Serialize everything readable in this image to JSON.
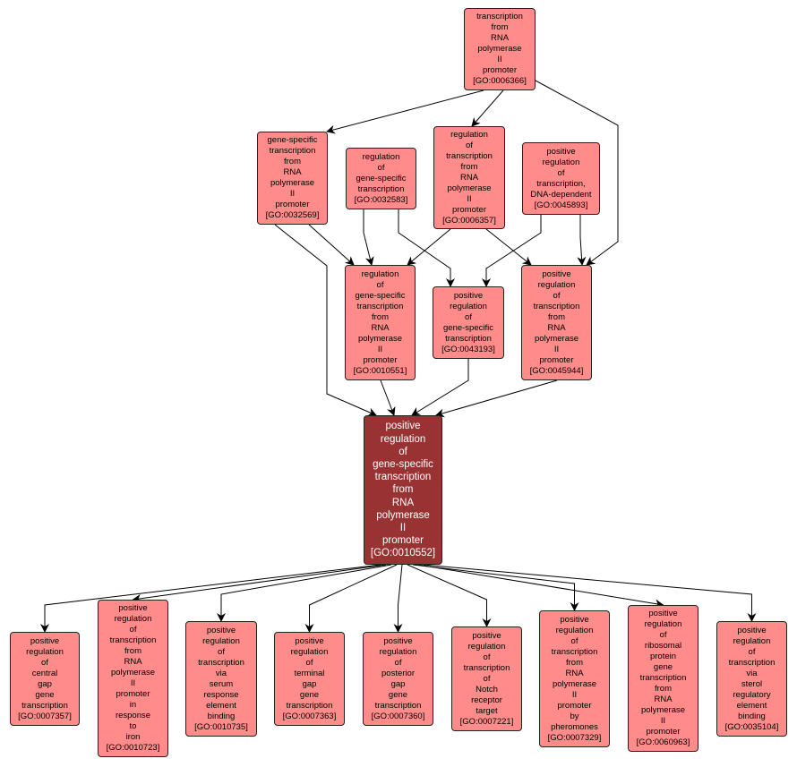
{
  "nodes": [
    {
      "key": "top",
      "label": [
        "transcription",
        "from",
        "RNA",
        "polymerase",
        "II",
        "promoter"
      ],
      "go": "[GO:0006366]"
    },
    {
      "key": "n1",
      "label": [
        "gene-specific",
        "transcription",
        "from",
        "RNA",
        "polymerase",
        "II",
        "promoter"
      ],
      "go": "[GO:0032569]"
    },
    {
      "key": "n2",
      "label": [
        "regulation",
        "of",
        "gene-specific",
        "transcription"
      ],
      "go": "[GO:0032583]"
    },
    {
      "key": "n3",
      "label": [
        "regulation",
        "of",
        "transcription",
        "from",
        "RNA",
        "polymerase",
        "II",
        "promoter"
      ],
      "go": "[GO:0006357]"
    },
    {
      "key": "n4",
      "label": [
        "positive",
        "regulation",
        "of",
        "transcription,",
        "DNA-dependent"
      ],
      "go": "[GO:0045893]"
    },
    {
      "key": "m1",
      "label": [
        "regulation",
        "of",
        "gene-specific",
        "transcription",
        "from",
        "RNA",
        "polymerase",
        "II",
        "promoter"
      ],
      "go": "[GO:0010551]"
    },
    {
      "key": "m2",
      "label": [
        "positive",
        "regulation",
        "of",
        "gene-specific",
        "transcription"
      ],
      "go": "[GO:0043193]"
    },
    {
      "key": "m3",
      "label": [
        "positive",
        "regulation",
        "of",
        "transcription",
        "from",
        "RNA",
        "polymerase",
        "II",
        "promoter"
      ],
      "go": "[GO:0045944]"
    },
    {
      "key": "center",
      "label": [
        "positive",
        "regulation",
        "of",
        "gene-specific",
        "transcription",
        "from",
        "RNA",
        "polymerase",
        "II",
        "promoter"
      ],
      "go": "[GO:0010552]"
    },
    {
      "key": "b1",
      "label": [
        "positive",
        "regulation",
        "of",
        "central",
        "gap",
        "gene",
        "transcription"
      ],
      "go": "[GO:0007357]"
    },
    {
      "key": "b2",
      "label": [
        "positive",
        "regulation",
        "of",
        "transcription",
        "from",
        "RNA",
        "polymerase",
        "II",
        "promoter",
        "in",
        "response",
        "to",
        "iron"
      ],
      "go": "[GO:0010723]"
    },
    {
      "key": "b3",
      "label": [
        "positive",
        "regulation",
        "of",
        "transcription",
        "via",
        "serum",
        "response",
        "element",
        "binding"
      ],
      "go": "[GO:0010735]"
    },
    {
      "key": "b4",
      "label": [
        "positive",
        "regulation",
        "of",
        "terminal",
        "gap",
        "gene",
        "transcription"
      ],
      "go": "[GO:0007363]"
    },
    {
      "key": "b5",
      "label": [
        "positive",
        "regulation",
        "of",
        "posterior",
        "gap",
        "gene",
        "transcription"
      ],
      "go": "[GO:0007360]"
    },
    {
      "key": "b6",
      "label": [
        "positive",
        "regulation",
        "of",
        "transcription",
        "of",
        "Notch",
        "receptor",
        "target"
      ],
      "go": "[GO:0007221]"
    },
    {
      "key": "b7",
      "label": [
        "positive",
        "regulation",
        "of",
        "transcription",
        "from",
        "RNA",
        "polymerase",
        "II",
        "promoter",
        "by",
        "pheromones"
      ],
      "go": "[GO:0007329]"
    },
    {
      "key": "b8",
      "label": [
        "positive",
        "regulation",
        "of",
        "ribosomal",
        "protein",
        "gene",
        "transcription",
        "from",
        "RNA",
        "polymerase",
        "II",
        "promoter"
      ],
      "go": "[GO:0060963]"
    },
    {
      "key": "b9",
      "label": [
        "positive",
        "regulation",
        "of",
        "transcription",
        "via",
        "sterol",
        "regulatory",
        "element",
        "binding"
      ],
      "go": "[GO:0035104]"
    }
  ],
  "colors": {
    "node": "#ff8c8a",
    "highlight": "#993333",
    "edge": "#000000"
  }
}
